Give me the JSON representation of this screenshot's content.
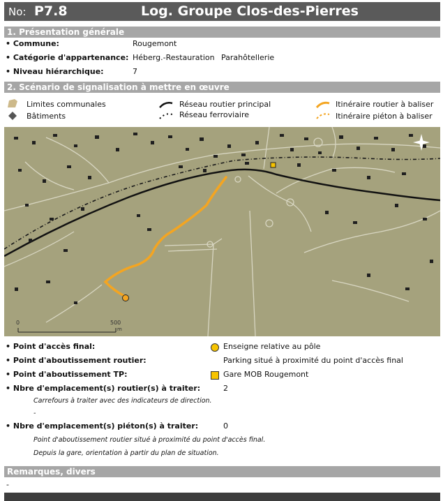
{
  "header": {
    "no_label": "No:",
    "number": "P7.8",
    "title": "Log. Groupe Clos-des-Pierres"
  },
  "section1": {
    "title": "1. Présentation générale",
    "commune_label": "• Commune:",
    "commune_value": "Rougemont",
    "categorie_label": "• Catégorie d'appartenance:",
    "categorie_value": "Héberg.-Restauration",
    "categorie_value2": "Parahôtellerie",
    "niveau_label": "• Niveau hiérarchique:",
    "niveau_value": "7"
  },
  "section2": {
    "title": "2. Scénario de signalisation à mettre en œuvre",
    "legend": {
      "limites": "Limites communales",
      "batiments": "Bâtiments",
      "reseau_routier": "Réseau routier principal",
      "reseau_ferro": "Réseau ferroviaire",
      "itin_routier": "Itinéraire routier à baliser",
      "itin_pieton": "Itinéraire piéton à baliser"
    },
    "scale_0": "0",
    "scale_500": "500",
    "scale_unit": "m",
    "colors": {
      "route_orange": "#f4a521",
      "map_bg": "#a5a27d",
      "header_bg": "#5a5a5a",
      "section_bg": "#a6a6a6",
      "parking_yellow": "#f7c400"
    }
  },
  "details": {
    "acces_label": "• Point d'accès final:",
    "acces_value": "Enseigne relative au pôle",
    "routier_label": "• Point d'aboutissement routier:",
    "routier_value": "Parking situé à proximité du point d'accès final",
    "tp_label": "• Point d'aboutissement TP:",
    "tp_value": "Gare MOB Rougemont",
    "nb_routier_label": "• Nbre d'emplacement(s) routier(s) à traiter:",
    "nb_routier_value": "2",
    "nb_routier_note1": "Carrefours à traiter avec des indicateurs de direction.",
    "nb_routier_note2": "-",
    "nb_pieton_label": "• Nbre d'emplacement(s) piéton(s) à traiter:",
    "nb_pieton_value": "0",
    "nb_pieton_note1": "Point d'aboutissement routier situé à proximité du point d'accès final.",
    "nb_pieton_note2": "Depuis la gare, orientation à partir du plan de situation."
  },
  "remarques": {
    "title": "Remarques, divers",
    "value": "-"
  }
}
